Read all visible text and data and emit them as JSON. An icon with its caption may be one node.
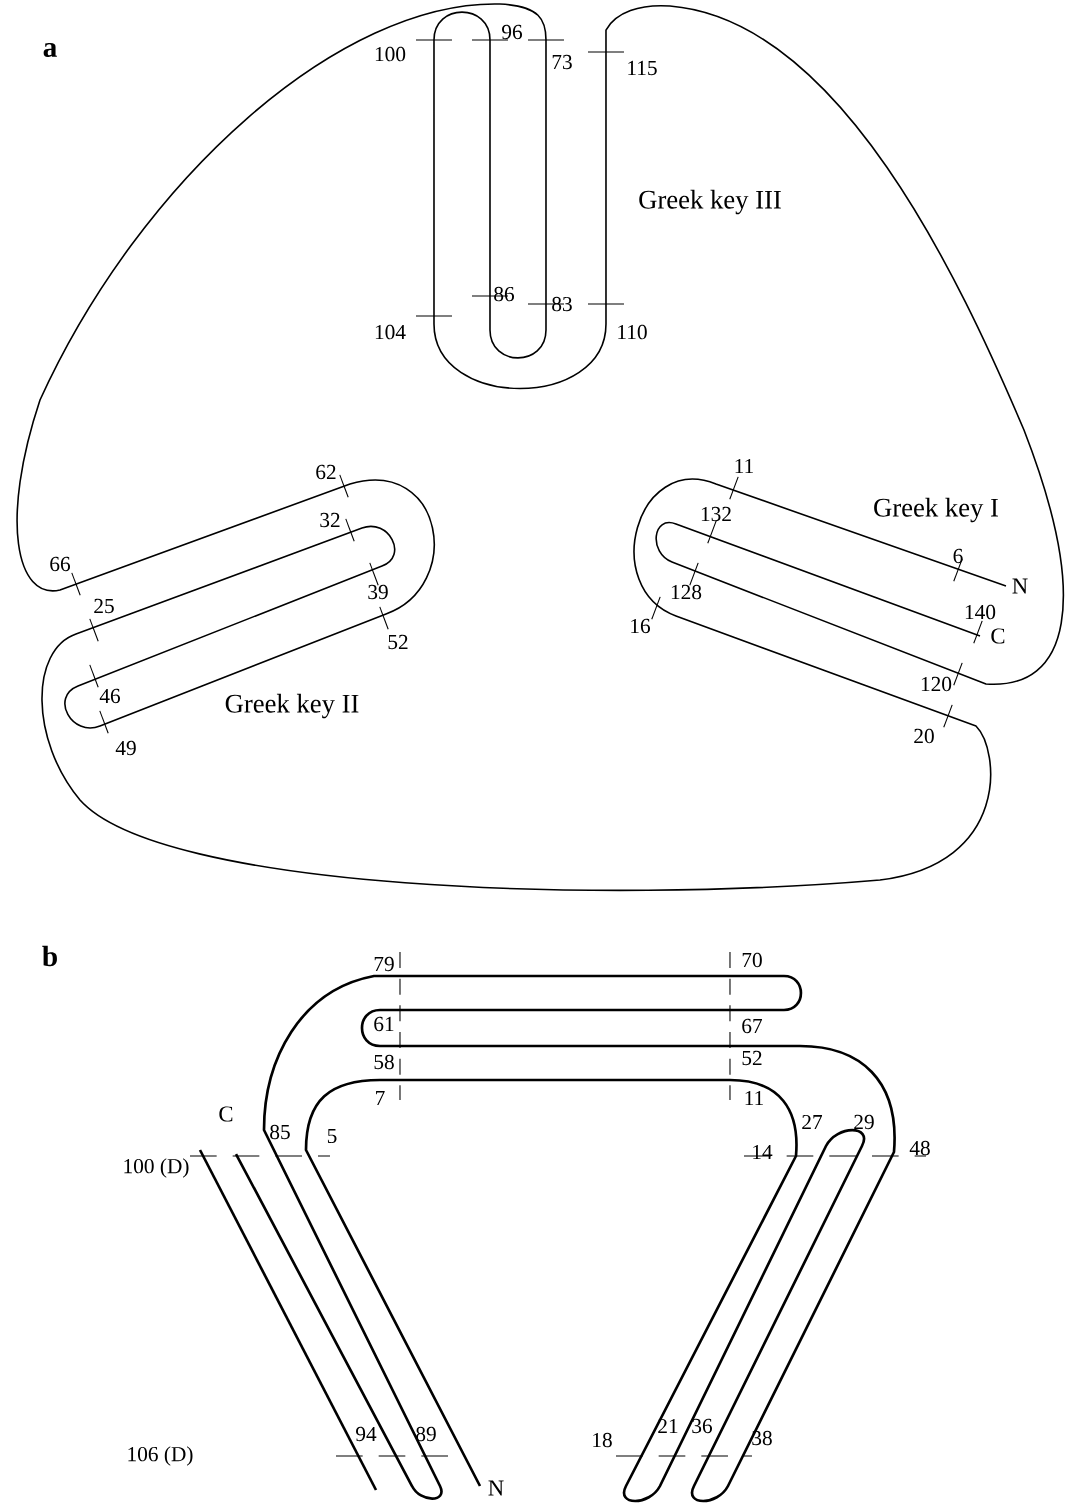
{
  "diagram": {
    "labels": [
      "a",
      "96",
      "100",
      "73",
      "115",
      "Greek key III",
      "86",
      "83",
      "104",
      "110",
      "62",
      "32",
      "11",
      "66",
      "Greek key I",
      "132",
      "25",
      "39",
      "6",
      "128",
      "N",
      "52",
      "140",
      "16",
      "C",
      "46",
      "Greek key II",
      "120",
      "49",
      "20",
      "b",
      "79",
      "70",
      "61",
      "67",
      "58",
      "52",
      "7",
      "11",
      "C",
      "85",
      "5",
      "27",
      "29",
      "14",
      "48",
      "100 (D)",
      "94",
      "89",
      "18",
      "21",
      "36",
      "38",
      "106 (D)",
      "N"
    ]
  }
}
